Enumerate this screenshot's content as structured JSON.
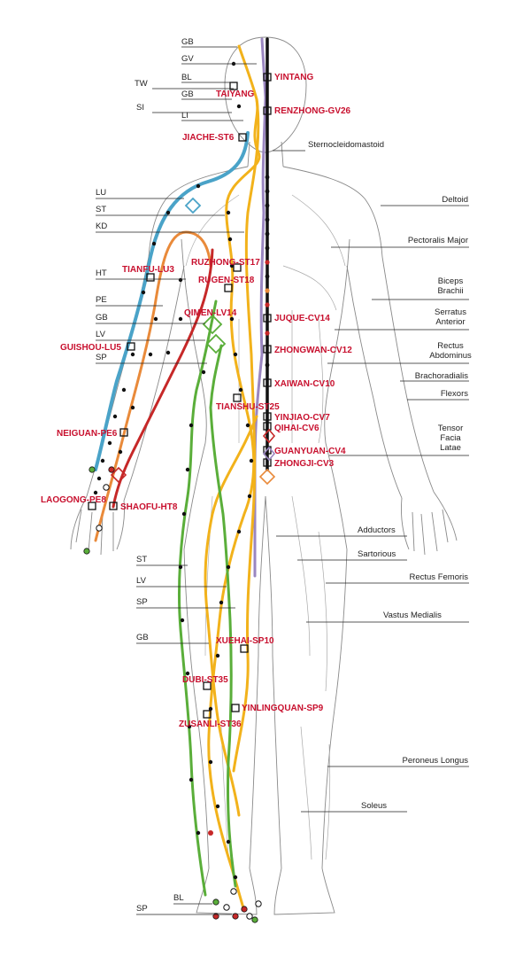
{
  "meridian_labels": [
    "GB",
    "GV",
    "BL",
    "TW",
    "GB",
    "SI",
    "LI",
    "LU",
    "ST",
    "KD",
    "HT",
    "PE",
    "GB",
    "LV",
    "SP",
    "ST",
    "LV",
    "SP",
    "GB",
    "BL",
    "SP"
  ],
  "point_labels": [
    "YINTANG",
    "TAIYANG",
    "RENZHONG-GV26",
    "JIACHE-ST6",
    "TIANFU-LU3",
    "RUZHONG-ST17",
    "RUGEN-ST18",
    "QIMEN-LV14",
    "GUISHOU-LU5",
    "JUQUE-CV14",
    "ZHONGWAN-CV12",
    "XAIWAN-CV10",
    "TIANSHU-ST25",
    "YINJIAO-CV7",
    "QIHAI-CV6",
    "NEIGUAN-PE6",
    "GUANYUAN-CV4",
    "ZHONGJI-CV3",
    "LAOGONG-PE8",
    "SHAOFU-HT8",
    "XUEHAI-SP10",
    "DUBI-ST35",
    "YINLINGQUAN-SP9",
    "ZUSANLI-ST36"
  ],
  "muscle_labels": [
    "Sternocleidomastoid",
    "Deltoid",
    "Pectoralis Major",
    "Biceps\nBrachii",
    "Serratus\nAnterior",
    "Rectus\nAbdominus",
    "Brachoradialis",
    "Flexors",
    "Tensor\nFacia\nLatae",
    "Adductors",
    "Sartorious",
    "Rectus Femoris",
    "Vastus Medialis",
    "Peroneus Longus",
    "Soleus"
  ],
  "colors": {
    "lung": "#4aa3c8",
    "stomach": "#f2b21b",
    "gallbladder": "#5aae3a",
    "pericardium": "#e98a3a",
    "heart": "#c62828",
    "governing": "#9a86c0",
    "conception": "#111111",
    "point_text": "#c8102e",
    "outline": "#8a8a8a"
  }
}
